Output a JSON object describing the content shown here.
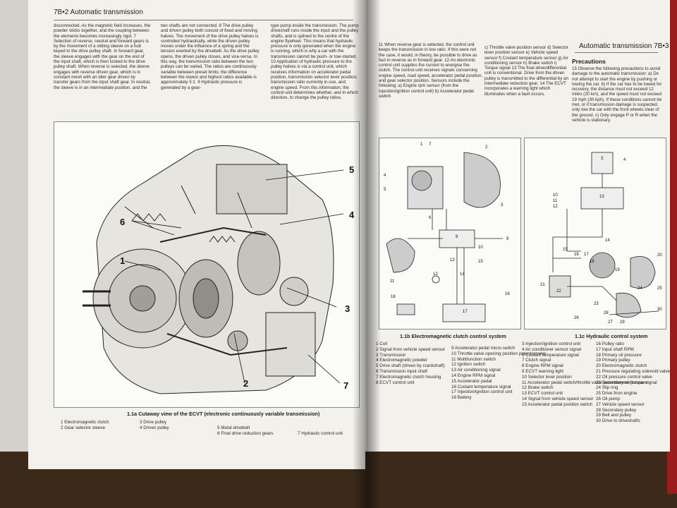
{
  "left_page": {
    "header": "7B•2 Automatic transmission",
    "col1": "disconnected. As the magnetic field increases, the powder sticks together, and the coupling between the elements becomes increasingly rigid. 7 Selection of reverse, neutral and forward gears is by the movement of a sliding sleeve on a hub keyed to the drive pulley shaft. In forward gear, the sleeve engages with the gear on the end of the input shaft, which is then locked to the drive pulley shaft. When reverse is selected, the sleeve engages with reverse driven gear, which is in constant mesh with an idler gear driven by transfer gears from the input shaft gear. In neutral, the sleeve is in an intermediate position, and the",
    "col2": "two shafts are not connected. 8 The drive pulley and driven pulley both consist of fixed and moving halves. The movement of the drive pulley halves is controlled hydraulically, while the driven pulley moves under the influence of a spring and the tension exerted by the drivebelt. As the drive pulley opens, the driven pulley closes, and vice-versa. In this way, the transmission ratio between the two pulleys can be varied. The ratios are continuously variable between preset limits; the difference between the lowest and highest ratios available is approximately 5:1. 9 Hydraulic pressure is generated by a gear-",
    "col3": "type pump inside the transmission. The pump driveshaft runs inside the input and the pulley shafts, and is splined to the centre of the engine flywheel. This means that hydraulic pressure is only generated when the engine is running, which is why a car with the transmission cannot be push- or tow-started. 10 Application of hydraulic pressure to the pulley halves is via a control unit, which receives information on accelerator pedal position, transmission selector lever position, transmission ratio currently in use, and engine speed. From this information, the control unit determines whether, and in which direction, to change the pulley ratios.",
    "callouts": [
      "1",
      "2",
      "3",
      "4",
      "5",
      "6",
      "7"
    ],
    "figure_caption": "1.1a Cutaway view of the ECVT (electronic continuously variable transmission)",
    "legend": [
      [
        "1 Electromagnetic clutch",
        "2 Gear selector sleeve"
      ],
      [
        "3 Drive pulley",
        "4 Driven pulley"
      ],
      [
        "5 Metal drivebelt",
        "6 Final drive reduction gears"
      ],
      [
        "7 Hydraulic control unit"
      ]
    ]
  },
  "right_page": {
    "header": "Automatic transmission 7B•3",
    "col1": "11 When reverse gear is selected, the control unit keeps the transmission in low ratio. If this were not the case, it would, in theory, be possible to drive as fast in reverse as in forward gear. 12 An electronic control unit supplies the current to energise the clutch. The control unit receives signals concerning engine speed, road speed, accelerator pedal position, and gear selector position. Sensors include the following: a) Engine rpm sensor (from the injection/ignition control unit) b) Accelerator pedal switch",
    "col2": "c) Throttle valve position sensor d) Selector lever position sensor e) Vehicle speed sensor f) Coolant temperature sensor g) Air conditioning sensor h) Brake switch i) Torque signal 13 The final drive/differential unit is conventional. Drive from the driven pulley is transmitted to the differential by an intermediate reduction gear. 14 The ECVT incorporates a warning light which illuminates when a fault occurs.",
    "precautions_title": "Precautions",
    "precautions": "15 Observe the following precautions to avoid damage to the automatic transmission: a) Do not attempt to start the engine by pushing or towing the car. b) If the car has to be towed for recovery, the distance must not exceed 12 miles (20 km), and the speed must not exceed 19 mph (30 kph). If these conditions cannot be met, or if transmission damage is suspected, only tow the car with the front wheels clear of the ground. c) Only engage P or R when the vehicle is stationary.",
    "fig_b_caption": "1.1b Electromagnetic clutch control system",
    "fig_c_caption": "1.1c Hydraulic control system",
    "legend_b1": [
      "1 Coil",
      "2 Signal from vehicle speed sensor",
      "3 Transmission",
      "4 Electromagnetic powder",
      "5 Drive shaft (driven by crankshaft)",
      "6 Transmission input shaft",
      "7 Electromagnetic clutch housing",
      "8 ECVT control unit"
    ],
    "legend_b2": [
      "9 Accelerator pedal micro switch",
      "10 Throttle valve opening position potentiometer",
      "11 Multifunction switch",
      "12 Ignition switch",
      "13 Air conditioning signal",
      "14 Engine RPM signal",
      "15 Accelerator pedal",
      "16 Coolant temperature signal",
      "17 Injection/ignition control unit",
      "18 Battery"
    ],
    "legend_c1": [
      "3 Injection/ignition control unit",
      "4 Air conditioner sensor signal",
      "6 Coolant temperature signal",
      "7 Clutch signal",
      "8 Engine RPM signal",
      "9 ECVT warning light",
      "10 Selector lever position",
      "11 Accelerator pedal switch/throttle valve potentiometer/torque signal",
      "12 Brake switch",
      "13 ECVT control unit",
      "14 Signal from vehicle speed sensor",
      "15 Accelerator pedal position switch"
    ],
    "legend_c2": [
      "16 Pulley ratio",
      "17 Input shaft RPM",
      "18 Primary oil pressure",
      "19 Primary pulley",
      "20 Electromagnetic clutch",
      "21 Pressure regulating solenoid valve",
      "22 Oil pressure control valve",
      "23 Secondary oil pressure",
      "24 Slip ring",
      "25 Drive from engine",
      "26 Oil pump",
      "27 Vehicle speed sensor",
      "28 Secondary pulley",
      "29 Belt and pulley",
      "30 Drive to driveshafts"
    ],
    "fig_b_labels": [
      "1",
      "7",
      "2",
      "3",
      "4",
      "5",
      "6",
      "8",
      "9",
      "10",
      "15",
      "11",
      "12",
      "13",
      "14",
      "16",
      "17",
      "18"
    ],
    "fig_c_labels": [
      "3",
      "4",
      "13",
      "10",
      "11",
      "12",
      "14",
      "15",
      "16",
      "17",
      "18",
      "19",
      "20",
      "21",
      "22",
      "23",
      "24",
      "25",
      "26",
      "27",
      "28",
      "29",
      "30"
    ]
  },
  "colors": {
    "paper": "#f2f1ec",
    "ink": "#1d1d1d",
    "cover_red": "#9b1c1c",
    "table": "#4a3826"
  }
}
